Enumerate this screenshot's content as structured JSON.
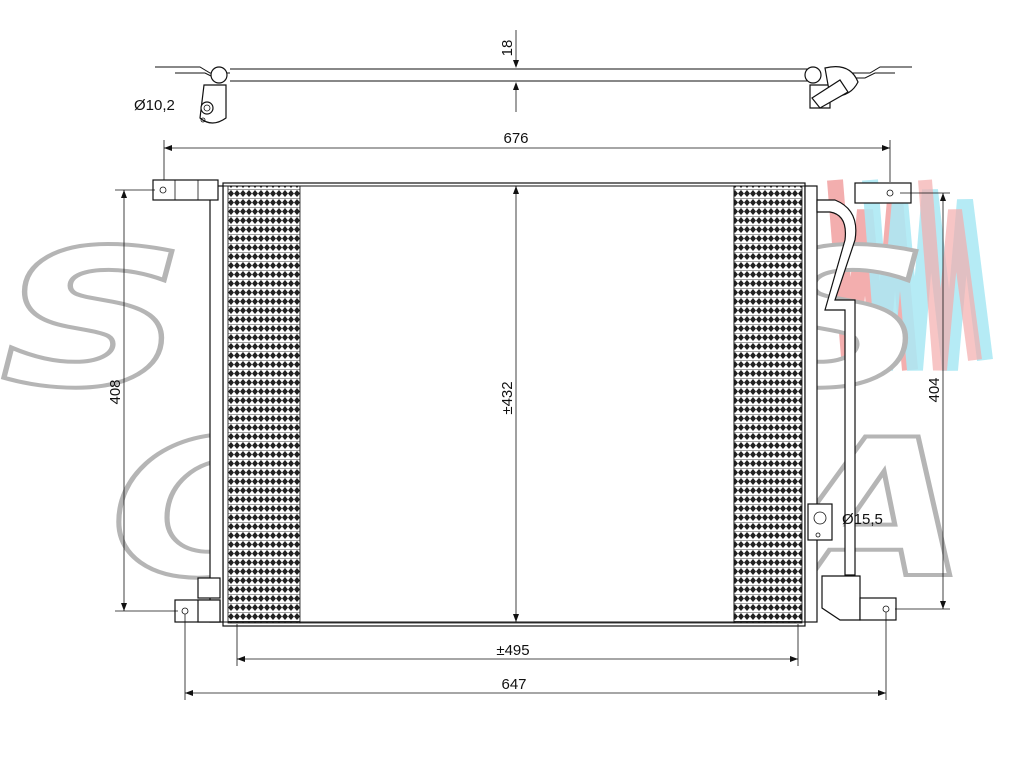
{
  "drawing": {
    "dimensions": {
      "top_thickness": "18",
      "top_hole": "Ø10,2",
      "overall_top_width": "676",
      "left_height": "408",
      "core_height": "±432",
      "right_height": "404",
      "right_hole": "Ø15,5",
      "core_width": "±495",
      "overall_bottom_width": "647"
    },
    "watermark": {
      "line1": "SWISS",
      "line2": "CLIMA",
      "stroke_color": "#b5b5b5",
      "logo_colors": [
        "#f2a0a0",
        "#9fe4f2"
      ]
    }
  }
}
